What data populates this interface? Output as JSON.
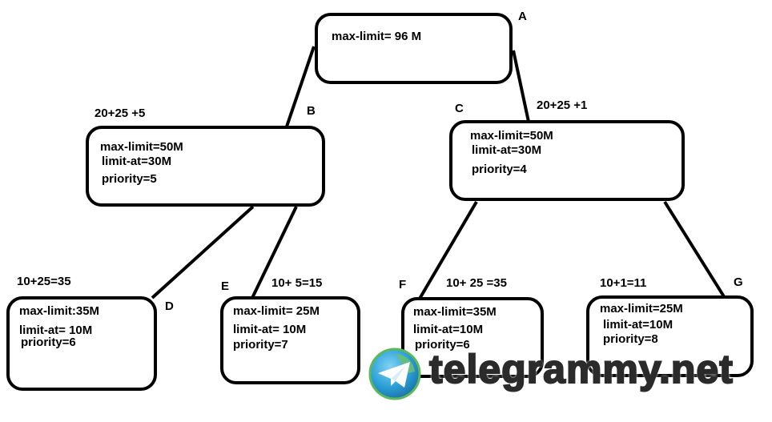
{
  "nodes": {
    "A": {
      "label": "A",
      "lines": [
        "max-limit= 96 M"
      ]
    },
    "B": {
      "label": "B",
      "sum": "20+25 +5",
      "lines": [
        "max-limit=50M",
        "limit-at=30M",
        "priority=5"
      ]
    },
    "C": {
      "label": "C",
      "sum": "20+25 +1",
      "lines": [
        "max-limit=50M",
        "limit-at=30M",
        "priority=4"
      ]
    },
    "D": {
      "label": "D",
      "sum": "10+25=35",
      "lines": [
        "max-limit:35M",
        "limit-at= 10M",
        "priority=6"
      ]
    },
    "E": {
      "label": "E",
      "sum": "10+ 5=15",
      "lines": [
        "max-limit= 25M",
        "limit-at= 10M",
        "priority=7"
      ]
    },
    "F": {
      "label": "F",
      "sum": "10+ 25 =35",
      "lines": [
        "max-limit=35M",
        "limit-at=10M",
        "priority=6"
      ]
    },
    "G": {
      "label": "G",
      "sum": "10+1=11",
      "lines": [
        "max-limit=25M",
        "limit-at=10M",
        "priority=8"
      ]
    }
  },
  "edges": [
    [
      "A",
      "B"
    ],
    [
      "A",
      "C"
    ],
    [
      "B",
      "D"
    ],
    [
      "B",
      "E"
    ],
    [
      "C",
      "F"
    ],
    [
      "C",
      "G"
    ]
  ],
  "watermark": {
    "text": "telegrammy.net",
    "icon": "telegram-logo-icon"
  },
  "colors": {
    "line": "#000000",
    "icon_blue": "#2a9fd6",
    "icon_green": "#5cb85c"
  }
}
